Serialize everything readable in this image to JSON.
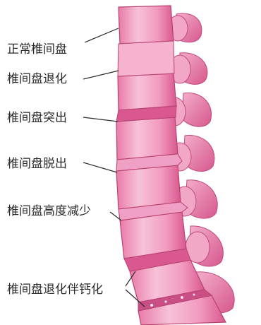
{
  "labels": {
    "normal_disc": "正常椎间盘",
    "disc_degeneration": "椎间盘退化",
    "disc_protrusion": "椎间盘突出",
    "disc_herniation": "椎间盘脱出",
    "disc_height_reduction": "椎间盘高度减少",
    "disc_degeneration_calcification": "椎间盘退化伴钙化"
  },
  "colors": {
    "bone_light": "#f9cfe0",
    "bone_mid": "#f29bc0",
    "bone_dark": "#e0699d",
    "bone_shadow": "#c94f86",
    "disc": "#f6b3cf",
    "outline": "#b8426f",
    "leader_line": "#2a2a2a",
    "text": "#2a2a2a"
  }
}
